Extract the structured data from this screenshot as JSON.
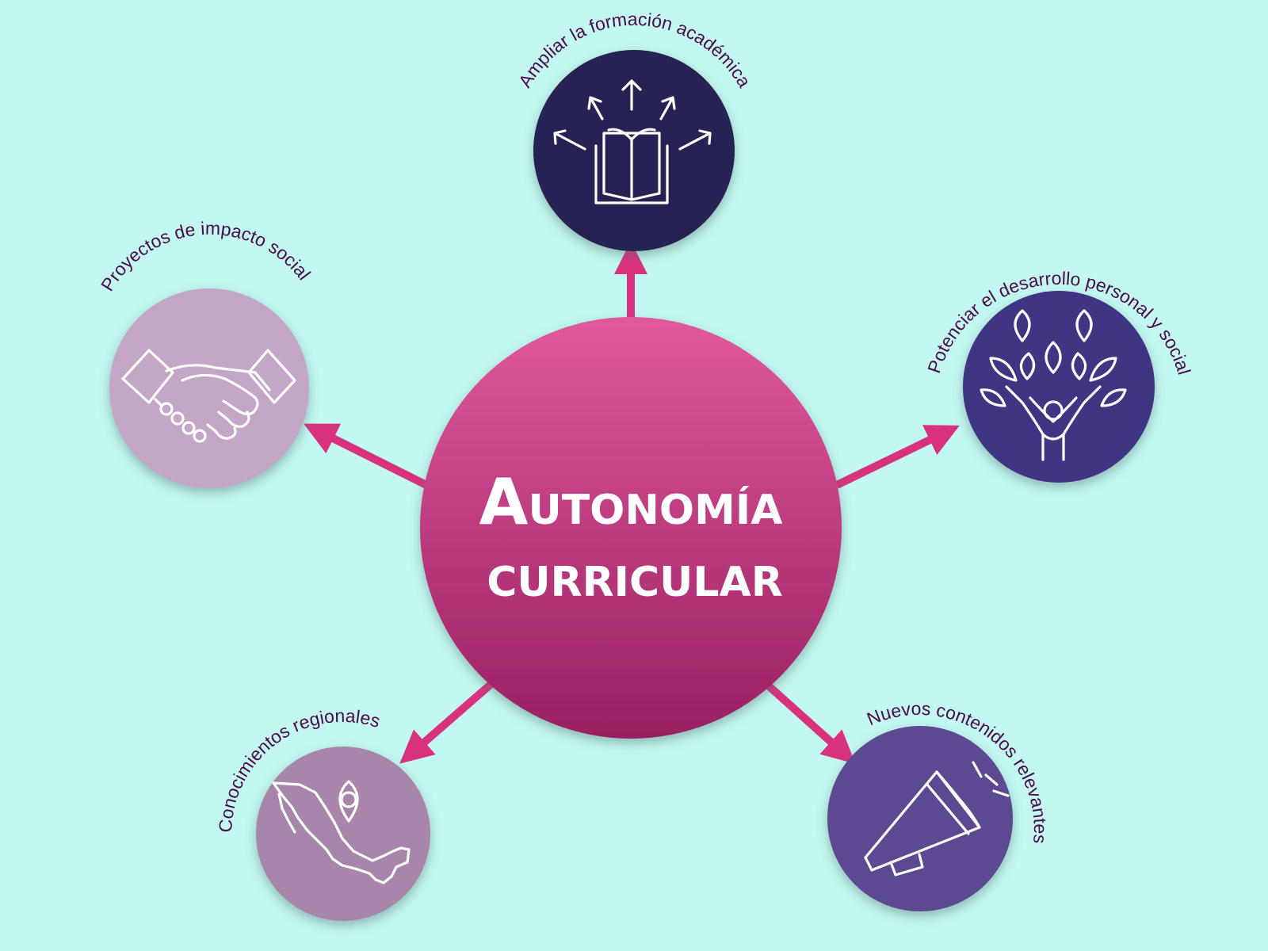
{
  "center": {
    "title_initial": "A",
    "title_rest": "UTONOMÍA",
    "subtitle": "CURRICULAR",
    "color_top": "#e0599c",
    "color_bottom": "#9a1f63"
  },
  "nodes": [
    {
      "id": "top",
      "label": "Ampliar la formación académica",
      "color": "#262452",
      "icon": "book-arrows-icon"
    },
    {
      "id": "left",
      "label": "Proyectos de impacto social",
      "color": "#c4a6c6",
      "icon": "handshake-icon"
    },
    {
      "id": "right",
      "label": "Potenciar el desarrollo personal y social",
      "color": "#3f3683",
      "icon": "tree-person-icon"
    },
    {
      "id": "bottom-left",
      "label": "Conocimientos regionales",
      "color": "#a886ab",
      "icon": "mexico-map-pin-icon"
    },
    {
      "id": "bottom-right",
      "label": "Nuevos contenidos relevantes",
      "color": "#5d4a92",
      "icon": "megaphone-icon"
    }
  ],
  "colors": {
    "background": "#c2f8f0",
    "arrow": "#d8327f",
    "label_text": "#4a0a4c"
  }
}
